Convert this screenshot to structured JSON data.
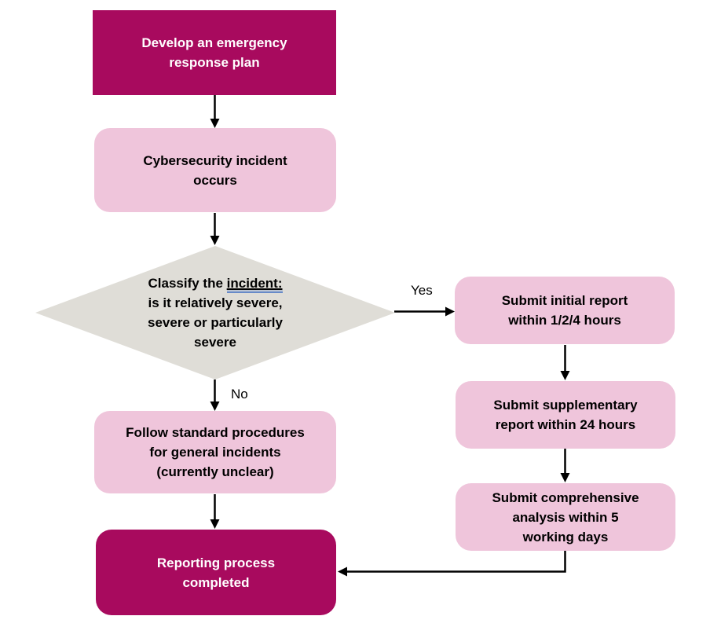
{
  "diagram": {
    "type": "flowchart",
    "nodes": {
      "develop_plan": {
        "label": "Develop an emergency\nresponse plan",
        "shape": "rectangle",
        "fill": "#A80A5E",
        "text_color": "#FFFFFF"
      },
      "incident_occurs": {
        "label": "Cybersecurity incident\noccurs",
        "shape": "rounded-rectangle",
        "fill": "#EFC5DB",
        "text_color": "#000000"
      },
      "classify_decision": {
        "prefix": "Classify the ",
        "underlined": "incident:",
        "rest": "is it relatively severe,\nsevere or particularly\nsevere",
        "shape": "diamond",
        "fill": "#DFDDD7",
        "text_color": "#000000"
      },
      "initial_report": {
        "label": "Submit initial report\nwithin 1/2/4 hours",
        "shape": "rounded-rectangle",
        "fill": "#EFC5DB",
        "text_color": "#000000"
      },
      "supplementary_report": {
        "label": "Submit supplementary\nreport within 24 hours",
        "shape": "rounded-rectangle",
        "fill": "#EFC5DB",
        "text_color": "#000000"
      },
      "comprehensive_analysis": {
        "label": "Submit comprehensive\nanalysis within 5\nworking days",
        "shape": "rounded-rectangle",
        "fill": "#EFC5DB",
        "text_color": "#000000"
      },
      "standard_procedures": {
        "label": "Follow standard procedures\nfor general incidents\n(currently unclear)",
        "shape": "rounded-rectangle",
        "fill": "#EFC5DB",
        "text_color": "#000000"
      },
      "process_completed": {
        "label": "Reporting process\ncompleted",
        "shape": "rounded-rectangle",
        "fill": "#A80A5E",
        "text_color": "#FFFFFF"
      }
    },
    "edge_labels": {
      "yes": "Yes",
      "no": "No"
    },
    "colors": {
      "dark_magenta": "#A80A5E",
      "light_pink": "#EFC5DB",
      "diamond_gray": "#DFDDD7",
      "underline_blue": "#4472C4",
      "arrow_black": "#000000"
    }
  }
}
